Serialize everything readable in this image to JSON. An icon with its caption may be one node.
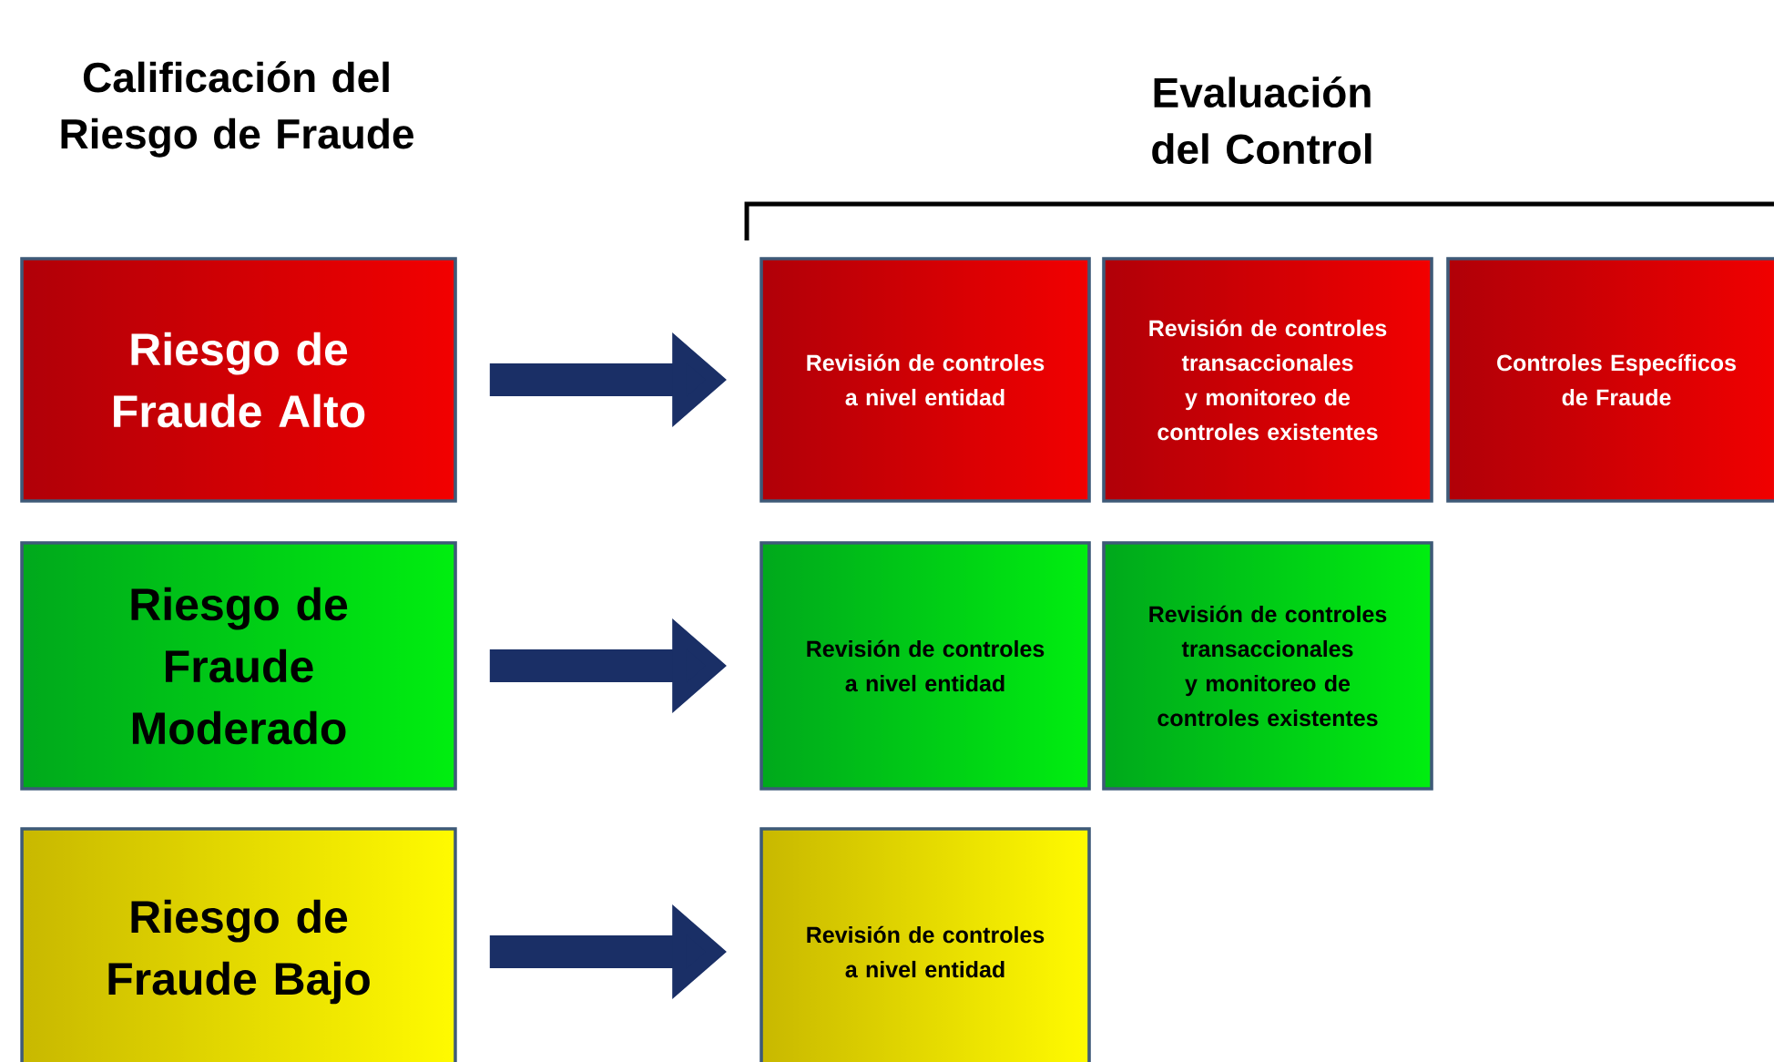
{
  "diagram": {
    "nodes": [
      {
        "text": [
          "Riesgo de Fraude Alto"
        ]
      },
      {
        "text": [
          "Riesgo de Fraude Moderado"
        ]
      },
      {
        "text": [
          "Riesgo de Fraude Bajo"
        ]
      },
      {
        "text": [
          "Revisión de controles a nivel entidad"
        ]
      },
      {
        "text": [
          "Revisión de controles transaccionales y monitoreo de controles existentes"
        ]
      },
      {
        "text": [
          "Controles Específicos de Fraude"
        ]
      },
      {
        "text": [
          "Revisión de controles a nivel entidad"
        ]
      },
      {
        "text": [
          "Revisión de controles transaccionales y monitoreo de controles existentes"
        ]
      },
      {
        "text": [
          "Revisión de controles a nivel entidad"
        ]
      }
    ],
    "edges": [
      {
        "from": 0,
        "to": 3,
        "arrow": "to"
      },
      {
        "from": 1,
        "to": 6,
        "arrow": "to"
      },
      {
        "from": 2,
        "to": 8,
        "arrow": "to"
      }
    ],
    "labels": [
      "Calificación del Riesgo de Fraude",
      "Evaluación del Control"
    ]
  }
}
